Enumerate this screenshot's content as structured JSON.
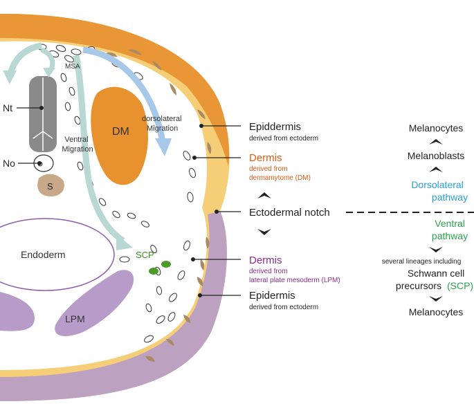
{
  "colors": {
    "ectoderm": "#f6ce78",
    "dermamyotome": "#e8912f",
    "lpm": "#b79cc9",
    "neural_tube": "#8a8a8a",
    "somite": "#c7a98a",
    "migration_arrow": "#b9d7d3",
    "dorsolateral_arrow": "#a8c8ea",
    "dermis_dm_text": "#e35a12",
    "dermis_lpm_text": "#8e2b8f",
    "dorsolateral_text": "#2a9fd6",
    "ventral_text": "#2aa44c",
    "scp_cells": "#4c9a2a"
  },
  "embryo_labels": {
    "nt": "Nt",
    "no": "No",
    "s": "S",
    "msa": "MSA",
    "dm": "DM",
    "ventral_migration": [
      "Ventral",
      "Migration"
    ],
    "dorsolateral_migration": [
      "dorsolateral",
      "Migration"
    ],
    "endoderm": "Endoderm",
    "scp": "SCP",
    "lpm": "LPM"
  },
  "callouts": {
    "epiddermis_title": "Epiddermis",
    "epiddermis_sub": "derived from ectoderm",
    "dermis_dm_title": "Dermis",
    "dermis_dm_sub": [
      "derived from",
      "dermamytome (DM)"
    ],
    "ectodermal_notch": "Ectodermal notch",
    "dermis_lpm_title": "Dermis",
    "dermis_lpm_sub": [
      "derived from",
      "lateral plate mesoderm (LPM)"
    ],
    "epidermis_title": "Epidermis",
    "epidermis_sub": "derived from ectoderm"
  },
  "pathways": {
    "melanocytes_top": "Melanocytes",
    "melanoblasts": "Melanoblasts",
    "dorsolateral": [
      "Dorsolateral",
      "pathway"
    ],
    "ventral": [
      "Ventral",
      "pathway"
    ],
    "several_lineages": "several lineages including",
    "schwann": "Schwann cell",
    "precursors": "precursors",
    "scp_abbrev": "(SCP)",
    "melanocytes_bottom": "Melanocytes"
  }
}
